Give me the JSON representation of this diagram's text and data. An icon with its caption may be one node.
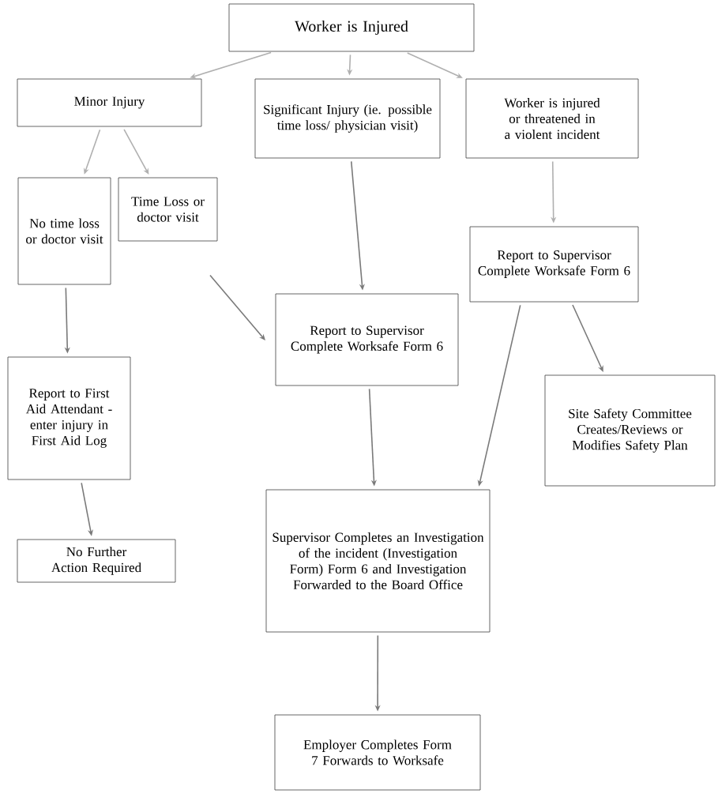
{
  "diagram": {
    "nodes": [
      {
        "text": [
          "Worker is Injured"
        ]
      },
      {
        "text": [
          "Minor Injury"
        ]
      },
      {
        "text": [
          "Significant Injury (ie. possible time loss/ physician visit)"
        ]
      },
      {
        "text": [
          "Worker is injured or threatened in a violent incident"
        ]
      },
      {
        "text": [
          "No time loss or doctor visit"
        ]
      },
      {
        "text": [
          "Time Loss or doctor visit"
        ]
      },
      {
        "text": [
          "Report to Supervisor Complete Worksafe Form 6"
        ]
      },
      {
        "text": [
          "Report to Supervisor Complete Worksafe Form 6"
        ]
      },
      {
        "text": [
          "Report to First Aid Attendant - enter injury in First Aid Log"
        ]
      },
      {
        "text": [
          "Site Safety Committee Creates/Reviews or Modifies Safety Plan"
        ]
      },
      {
        "text": [
          "Supervisor Completes an Investigation of the incident (Investigation Form) Form 6 and Investigation Forwarded to the Board Office"
        ]
      },
      {
        "text": [
          "No Further Action Required"
        ]
      },
      {
        "text": [
          "Employer Completes Form 7 Forwards to Worksafe"
        ]
      }
    ],
    "edges": [
      {
        "from": 0,
        "to": 1,
        "arrow": "to",
        "color": "#b0b0b0"
      },
      {
        "from": 0,
        "to": 2,
        "arrow": "to",
        "color": "#b0b0b0"
      },
      {
        "from": 0,
        "to": 3,
        "arrow": "to",
        "color": "#b0b0b0"
      },
      {
        "from": 1,
        "to": 4,
        "arrow": "to",
        "color": "#b0b0b0"
      },
      {
        "from": 1,
        "to": 5,
        "arrow": "to",
        "color": "#b0b0b0"
      },
      {
        "from": 2,
        "to": 7,
        "arrow": "to"
      },
      {
        "from": 3,
        "to": 6,
        "arrow": "to",
        "color": "#b0b0b0"
      },
      {
        "from": 4,
        "to": 8,
        "arrow": "to"
      },
      {
        "from": 5,
        "to": 7,
        "arrow": "to"
      },
      {
        "from": 6,
        "to": 9,
        "arrow": "to"
      },
      {
        "from": 6,
        "to": 10,
        "arrow": "to"
      },
      {
        "from": 7,
        "to": 10,
        "arrow": "to"
      },
      {
        "from": 8,
        "to": 11,
        "arrow": "to"
      },
      {
        "from": 10,
        "to": 12,
        "arrow": "to"
      }
    ]
  }
}
